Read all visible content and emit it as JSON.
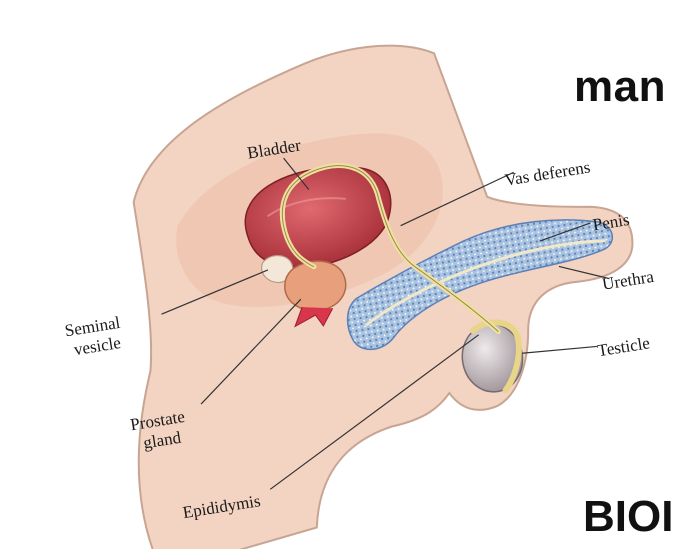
{
  "slide": {
    "title_fragment": "man",
    "bottom_fragment": "BIOI"
  },
  "diagram": {
    "labels": {
      "bladder": "Bladder",
      "vas_deferens": "Vas deferens",
      "seminal_vesicle_line1": "Seminal",
      "seminal_vesicle_line2": "vesicle",
      "penis": "Penis",
      "urethra": "Urethra",
      "prostate_line1": "Prostate",
      "prostate_line2": "gland",
      "testicle": "Testicle",
      "epididymis": "Epididymis"
    },
    "colors": {
      "skin": "#f3d3c1",
      "skin_edge": "#c8a593",
      "bladder": "#c9444d",
      "prostate": "#e8a07c",
      "erectile": "#9bb8d8",
      "testicle": "#c8c0c2",
      "vas": "#efe0a0"
    }
  }
}
